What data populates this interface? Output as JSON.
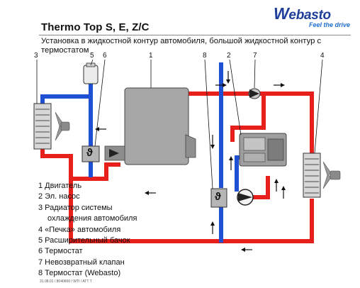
{
  "header": {
    "title": "Thermo Top S, E, Z/C",
    "brand": "Webasto",
    "brand_logo_mark": "W",
    "brand_logo_rest": "ebasto",
    "tagline": "Feel the drive"
  },
  "subtitle": "Установка в жидкостной контур автомобиля, большой жидкостной контур с термостатом",
  "callouts": [
    "3",
    "5",
    "6",
    "1",
    "8",
    "2",
    "7",
    "4"
  ],
  "legend": [
    "1 Двигатель",
    "2 Эл. насос",
    "3 Радиатор системы",
    "охлаждения автомобиля",
    "4 «Печка» автомобиля",
    "5 Расширительный бачок",
    "6 Термостат",
    "7 Невозвратный клапан",
    "8 Термостат (Webasto)"
  ],
  "thermostat_symbol": "ϑ",
  "footer": "31.08.01 / 8040600 / WTI / ATT T",
  "colors": {
    "hot": "#e8201c",
    "cold": "#1f4fd2",
    "machine": "#9a9a9a",
    "brand": "#1f3f9a"
  },
  "icons": [
    "radiator-icon",
    "fan-icon",
    "expansion-tank-icon",
    "engine-icon",
    "thermostat-icon",
    "pump-icon",
    "check-valve-icon",
    "heater-unit-icon",
    "heater-core-icon",
    "flow-arrow-icon"
  ]
}
